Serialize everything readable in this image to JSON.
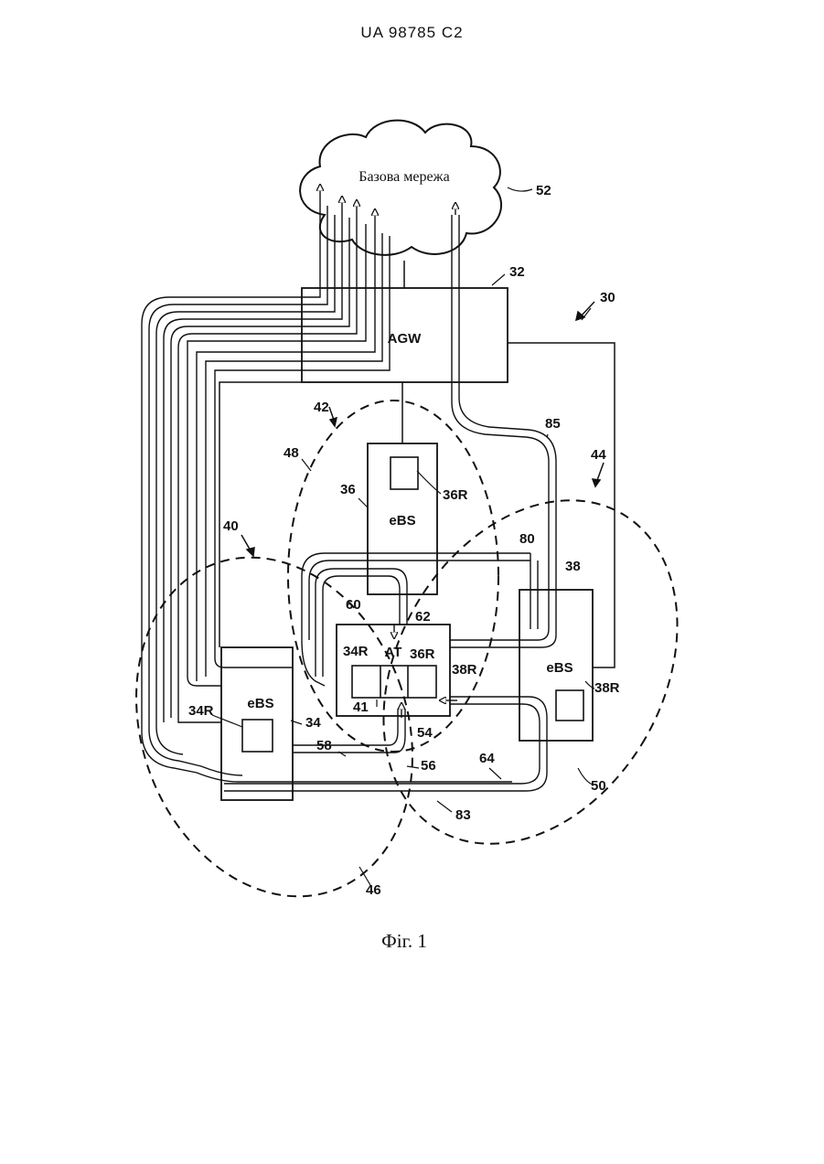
{
  "header": {
    "doc_number": "UA   98785   C2"
  },
  "figure": {
    "caption": "Фіг. 1",
    "core_network_label": "Базова мережа",
    "agw_label": "AGW",
    "ebs_label": "eBS",
    "at_label": "AT",
    "refs": {
      "r52": "52",
      "r32": "32",
      "r30": "30",
      "r42": "42",
      "r48": "48",
      "r36": "36",
      "r36R": "36R",
      "r85": "85",
      "r44": "44",
      "r40": "40",
      "r80": "80",
      "r38": "38",
      "r60": "60",
      "r62": "62",
      "r34R": "34R",
      "r36R_at": "36R",
      "r34R_at": "34R",
      "r38R_at": "38R",
      "r38R": "38R",
      "r41": "41",
      "r34": "34",
      "r54": "54",
      "r58": "58",
      "r56": "56",
      "r64": "64",
      "r50": "50",
      "r83": "83",
      "r46": "46"
    }
  }
}
